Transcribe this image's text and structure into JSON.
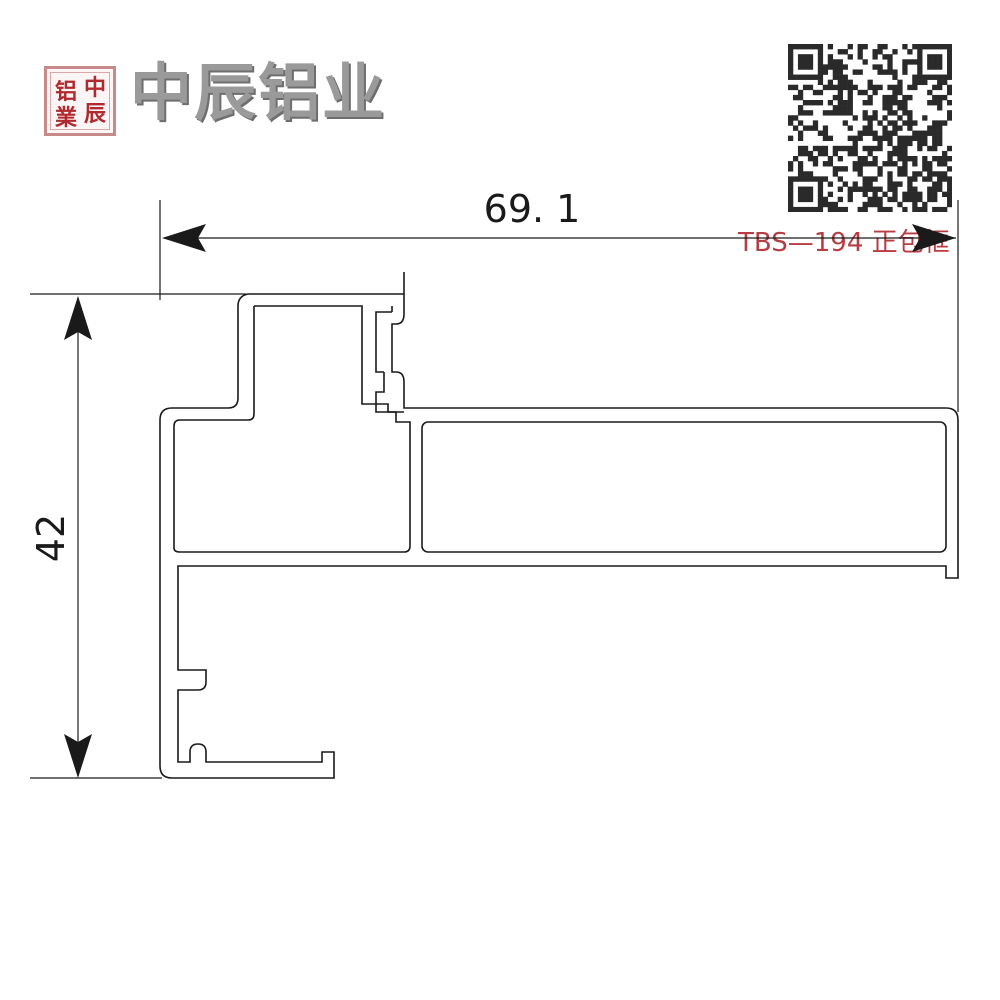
{
  "brand": {
    "seal_chars": [
      "中",
      "铝",
      "辰",
      "業"
    ],
    "name": "中辰铝业"
  },
  "drawing": {
    "dimension_width": "69. 1",
    "dimension_height": "42",
    "model_label": "TBS—194 正包框"
  },
  "colors": {
    "line": "#1a1a1a",
    "seal_red": "#b0292e",
    "brand_gray": "#9a9a9a"
  },
  "icons": {
    "qr": "qr-code-icon",
    "logo": "seal-logo-icon"
  }
}
